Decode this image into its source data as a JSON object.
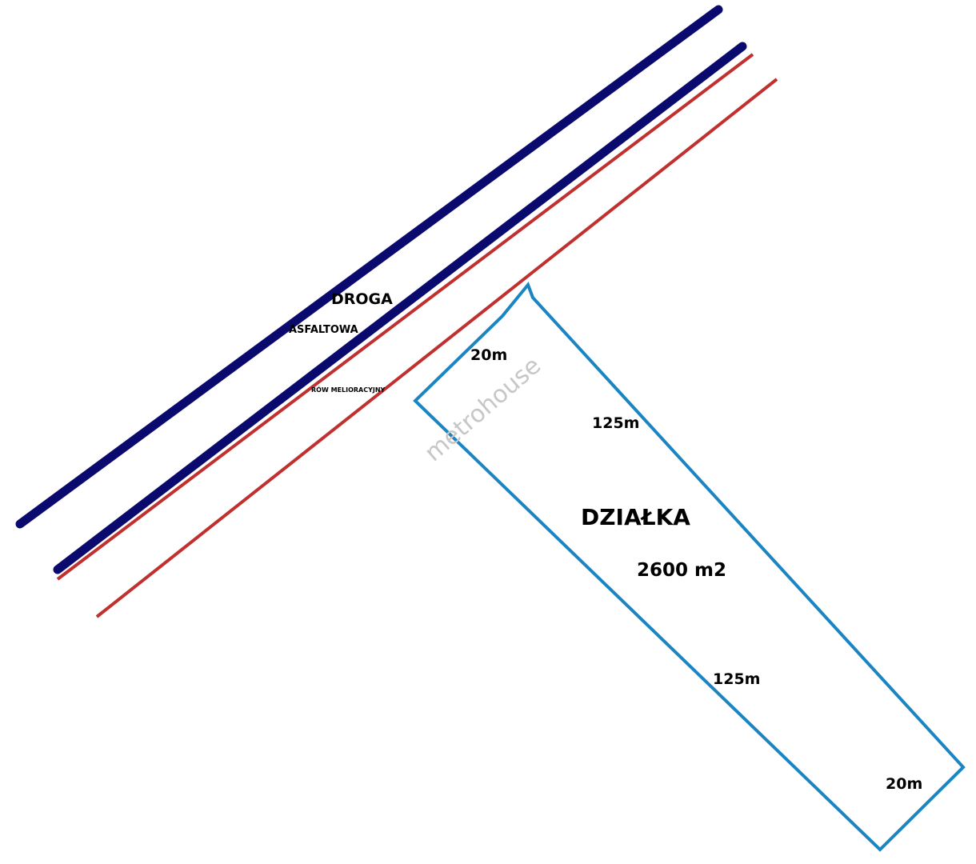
{
  "labels": {
    "road_line1": "DROGA",
    "road_line2": "ASFALTOWA",
    "ditch": "RÓW MELIORACYJNY",
    "plot_title": "DZIAŁKA",
    "plot_area": "2600 m2",
    "side_top_short": "20m",
    "side_long_upper": "125m",
    "side_long_lower": "125m",
    "side_bottom_short": "20m"
  },
  "watermark": "metrohouse",
  "colors": {
    "road": "#0a0a6e",
    "ditch": "#c0302e",
    "plot_outline": "#1a85c2",
    "text": "#000000",
    "watermark": "#c7c7c7",
    "background": "#ffffff"
  }
}
